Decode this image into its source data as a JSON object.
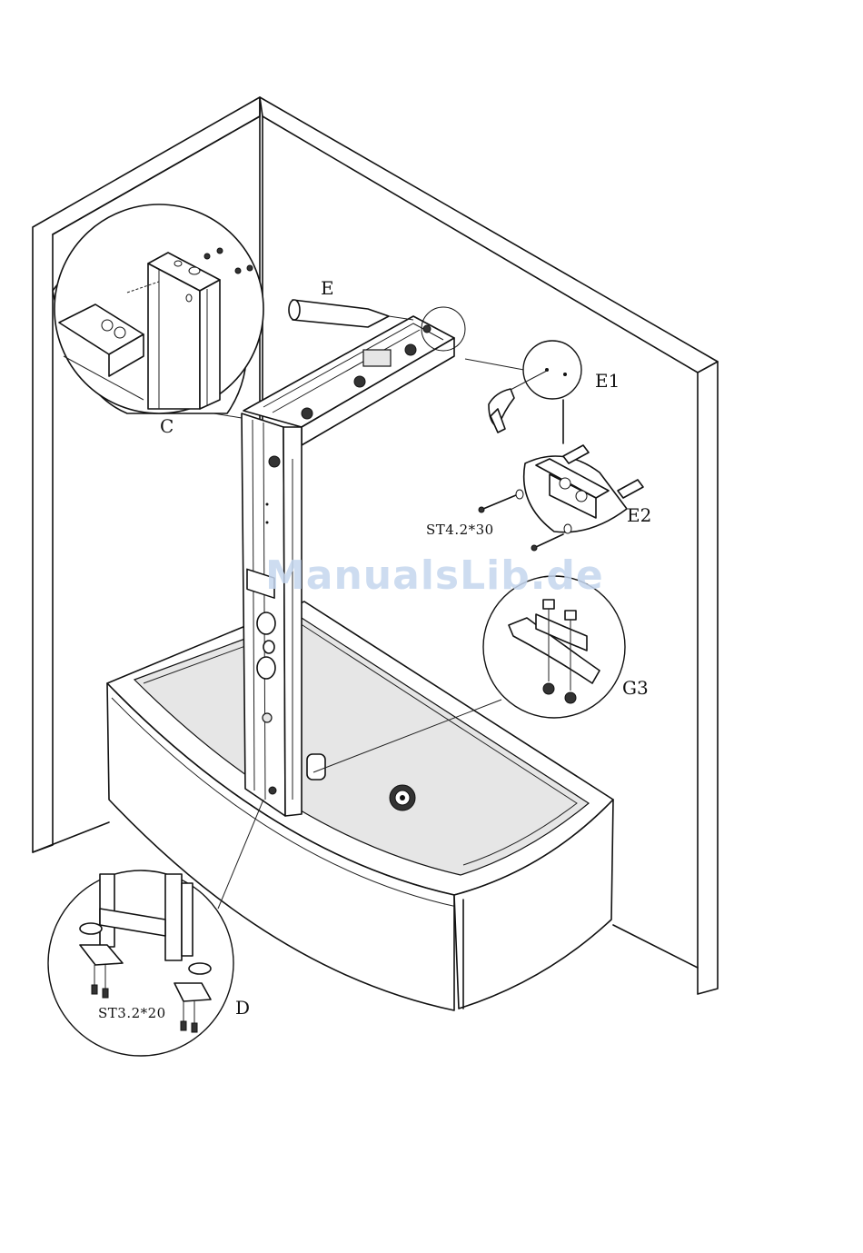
{
  "labels": {
    "c": "C",
    "e": "E",
    "e1": "E1",
    "e2": "E2",
    "g3": "G3",
    "d": "D"
  },
  "specs": {
    "screw_upper": "ST4.2*30",
    "screw_lower": "ST3.2*20"
  },
  "watermark": "ManualsLib.de",
  "colors": {
    "line": "#111111",
    "watermark": "#c5d6ee",
    "background": "#ffffff"
  }
}
